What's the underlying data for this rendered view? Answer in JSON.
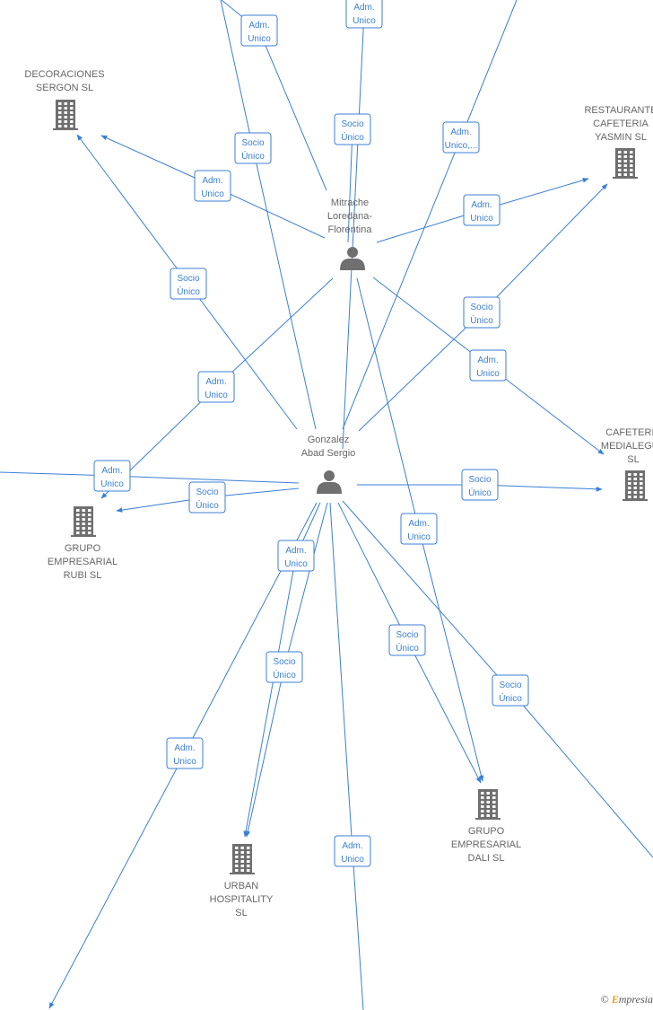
{
  "nodes": [
    {
      "id": "mitrache",
      "kind": "person",
      "label": [
        "Mitrache",
        "Loredana-",
        "Florentina"
      ]
    },
    {
      "id": "gonzalez",
      "kind": "person",
      "label": [
        "Gonzalez",
        "Abad Sergio"
      ]
    },
    {
      "id": "decoraciones",
      "kind": "company",
      "label": [
        "DECORACIONES",
        "SERGON  SL"
      ]
    },
    {
      "id": "restaurante",
      "kind": "company",
      "label": [
        "RESTAURANTE",
        "CAFETERIA",
        "YASMIN  SL"
      ]
    },
    {
      "id": "cafeteria_medialegua",
      "kind": "company",
      "label": [
        "CAFETERIA",
        "MEDIALEGUA",
        "SL"
      ]
    },
    {
      "id": "grupo_rubi",
      "kind": "company",
      "label": [
        "GRUPO",
        "EMPRESARIAL",
        "RUBI  SL"
      ]
    },
    {
      "id": "grupo_dali",
      "kind": "company",
      "label": [
        "GRUPO",
        "EMPRESARIAL",
        "DALI  SL"
      ]
    },
    {
      "id": "urban",
      "kind": "company",
      "label": [
        "URBAN",
        "HOSPITALITY",
        "SL"
      ]
    }
  ],
  "edges": [
    {
      "label": [
        "Adm.",
        "Unico"
      ]
    },
    {
      "label": [
        "Adm.",
        "Unico"
      ]
    },
    {
      "label": [
        "Socio",
        "Único"
      ]
    },
    {
      "label": [
        "Adm.",
        "Unico,..."
      ]
    },
    {
      "label": [
        "Socio",
        "Único"
      ]
    },
    {
      "label": [
        "Adm.",
        "Unico"
      ]
    },
    {
      "label": [
        "Adm.",
        "Unico"
      ]
    },
    {
      "label": [
        "Socio",
        "Único"
      ]
    },
    {
      "label": [
        "Socio",
        "Único"
      ]
    },
    {
      "label": [
        "Adm.",
        "Unico"
      ]
    },
    {
      "label": [
        "Adm.",
        "Unico"
      ]
    },
    {
      "label": [
        "Adm.",
        "Unico"
      ]
    },
    {
      "label": [
        "Socio",
        "Único"
      ]
    },
    {
      "label": [
        "Socio",
        "Único"
      ]
    },
    {
      "label": [
        "Adm.",
        "Unico"
      ]
    },
    {
      "label": [
        "Adm.",
        "Unico"
      ]
    },
    {
      "label": [
        "Socio",
        "Único"
      ]
    },
    {
      "label": [
        "Socio",
        "Único"
      ]
    },
    {
      "label": [
        "Socio",
        "Único"
      ]
    },
    {
      "label": [
        "Adm.",
        "Unico"
      ]
    },
    {
      "label": [
        "Adm.",
        "Unico"
      ]
    }
  ],
  "footer": {
    "copyright": "©",
    "brand_initial": "E",
    "brand_rest": "mpresia"
  }
}
